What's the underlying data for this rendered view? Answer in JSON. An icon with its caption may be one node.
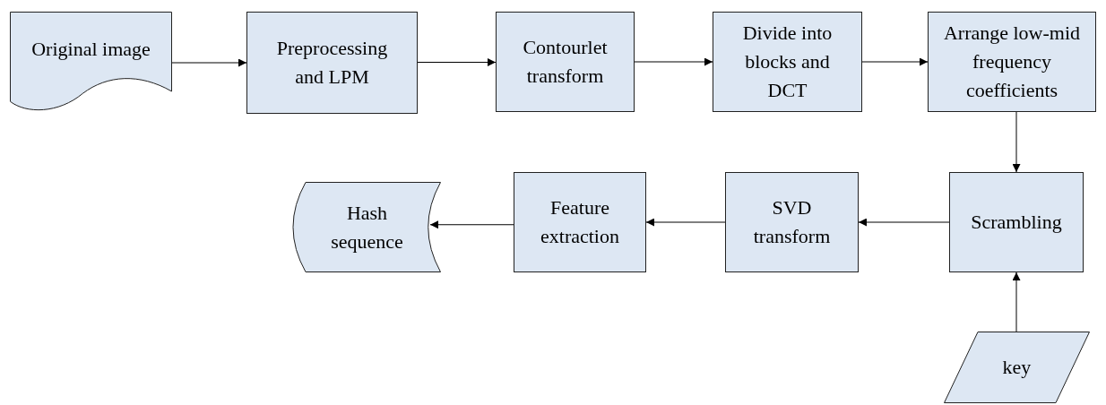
{
  "diagram": {
    "nodes": [
      {
        "text": [
          "Original image"
        ]
      },
      {
        "text": [
          "Preprocessing and LPM"
        ]
      },
      {
        "text": [
          "Contourlet transform"
        ]
      },
      {
        "text": [
          "Divide into blocks and DCT"
        ]
      },
      {
        "text": [
          "Arrange low-mid frequency coefficients"
        ]
      },
      {
        "text": [
          "Scrambling"
        ]
      },
      {
        "text": [
          "SVD transform"
        ]
      },
      {
        "text": [
          "Feature extraction"
        ]
      },
      {
        "text": [
          "Hash sequence"
        ]
      },
      {
        "text": [
          "key"
        ]
      }
    ],
    "edges": [
      {
        "from": 0,
        "to": 1,
        "arrow": "to"
      },
      {
        "from": 1,
        "to": 2,
        "arrow": "to"
      },
      {
        "from": 2,
        "to": 3,
        "arrow": "to"
      },
      {
        "from": 3,
        "to": 4,
        "arrow": "to"
      },
      {
        "from": 4,
        "to": 5,
        "arrow": "to"
      },
      {
        "from": 5,
        "to": 6,
        "arrow": "to"
      },
      {
        "from": 6,
        "to": 7,
        "arrow": "to"
      },
      {
        "from": 7,
        "to": 8,
        "arrow": "to"
      },
      {
        "from": 9,
        "to": 5,
        "arrow": "to"
      }
    ]
  }
}
